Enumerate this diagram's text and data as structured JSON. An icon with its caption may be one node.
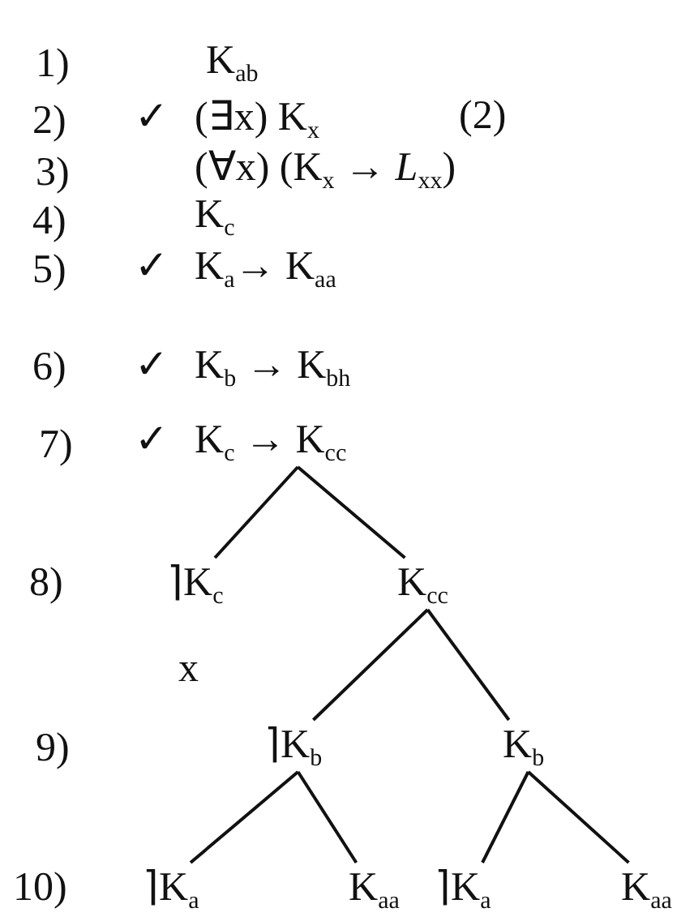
{
  "diagram": {
    "nodes": [
      {
        "text": [
          "K$_{c}$ → K$_{cc}$"
        ]
      },
      {
        "text": [
          "⌉K$_{c}$"
        ]
      },
      {
        "text": [
          "K$_{cc}$"
        ]
      },
      {
        "text": [
          "⌉K$_{b}$"
        ]
      },
      {
        "text": [
          "K$_{b}$"
        ]
      },
      {
        "text": [
          "⌉K$_{a}$"
        ]
      },
      {
        "text": [
          "K$_{aa}$"
        ]
      },
      {
        "text": [
          "⌉K$_{a}$"
        ]
      },
      {
        "text": [
          "K$_{aa}$"
        ]
      }
    ],
    "edges": [
      {
        "from": 0,
        "to": 1,
        "arrow": "none"
      },
      {
        "from": 0,
        "to": 2,
        "arrow": "none"
      },
      {
        "from": 2,
        "to": 3,
        "arrow": "none"
      },
      {
        "from": 2,
        "to": 4,
        "arrow": "none"
      },
      {
        "from": 3,
        "to": 5,
        "arrow": "none"
      },
      {
        "from": 3,
        "to": 6,
        "arrow": "none"
      },
      {
        "from": 4,
        "to": 7,
        "arrow": "none"
      },
      {
        "from": 4,
        "to": 8,
        "arrow": "none"
      }
    ],
    "labels": [
      "1)",
      "K$_{ab}$",
      "2)",
      "✓",
      "(∃x) K$_{x}$",
      "(2)",
      "3)",
      "(∀x) (K$_{x}$ → *L*$_{xx}$)",
      "4)",
      "K$_{c}$",
      "5)",
      "✓",
      "K$_{a}$→ K$_{aa}$",
      "6)",
      "✓",
      "K$_{b}$ → K$_{bh}$",
      "7)",
      "✓",
      "8)",
      "x",
      "9)",
      "10)"
    ]
  }
}
